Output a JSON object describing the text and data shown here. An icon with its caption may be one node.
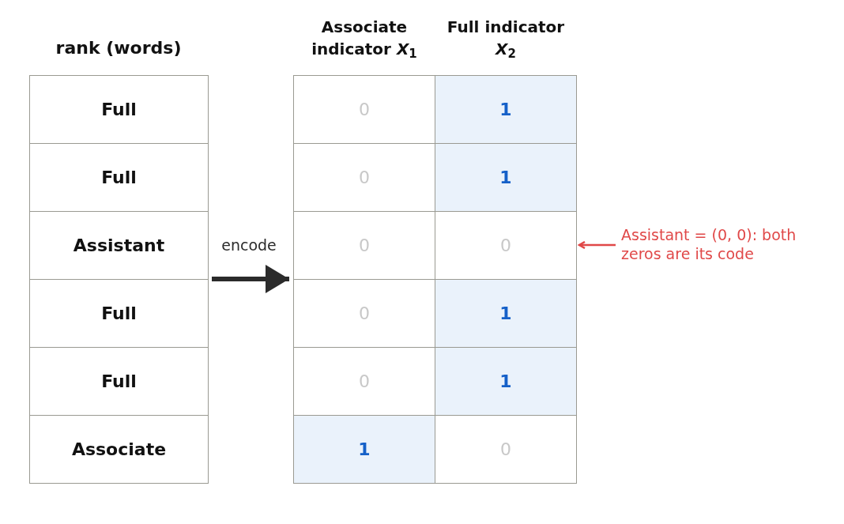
{
  "diagram": {
    "nodes": [
      {
        "text": [
          "rank (words)"
        ]
      },
      {
        "text": [
          "Full"
        ],
        "in": 0
      },
      {
        "text": [
          "Full"
        ],
        "in": 0
      },
      {
        "text": [
          "Assistant"
        ],
        "in": 0
      },
      {
        "text": [
          "Full"
        ],
        "in": 0
      },
      {
        "text": [
          "Full"
        ],
        "in": 0
      },
      {
        "text": [
          "Associate"
        ],
        "in": 0
      },
      {
        "text": [
          "Associate indicator *X*$_{1}$",
          "Full indicator *X*$_{2}$"
        ]
      },
      {
        "text": [
          "0"
        ],
        "in": 7
      },
      {
        "text": [
          "1"
        ],
        "in": 7
      },
      {
        "text": [
          "0"
        ],
        "in": 7
      },
      {
        "text": [
          "1"
        ],
        "in": 7
      },
      {
        "text": [
          "0"
        ],
        "in": 7
      },
      {
        "text": [
          "0"
        ],
        "in": 7
      },
      {
        "text": [
          "0"
        ],
        "in": 7
      },
      {
        "text": [
          "1"
        ],
        "in": 7
      },
      {
        "text": [
          "0"
        ],
        "in": 7
      },
      {
        "text": [
          "1"
        ],
        "in": 7
      },
      {
        "text": [
          "1"
        ],
        "in": 7
      },
      {
        "text": [
          "0"
        ],
        "in": 7
      },
      {
        "text": [
          "Assistant = (0, 0): both zeros are its code"
        ]
      }
    ],
    "edges": [
      {
        "from": 0,
        "to": 7,
        "arrow": "to",
        "label": "encode",
        "style": "thick"
      },
      {
        "from": 20,
        "to": 13,
        "arrow": "to",
        "color": "#e04848"
      }
    ]
  }
}
